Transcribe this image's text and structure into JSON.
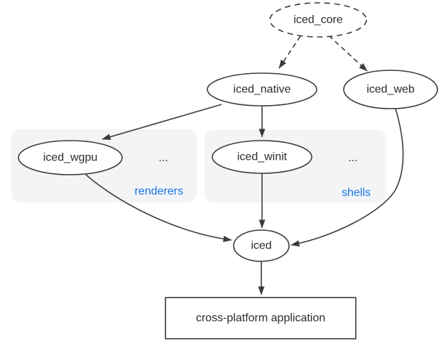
{
  "diagram": {
    "kind": "dependency-graph",
    "nodes": {
      "iced_core": {
        "label": "iced_core",
        "shape": "ellipse",
        "border": "dashed"
      },
      "iced_native": {
        "label": "iced_native",
        "shape": "ellipse",
        "border": "solid"
      },
      "iced_web": {
        "label": "iced_web",
        "shape": "ellipse",
        "border": "solid"
      },
      "iced_wgpu": {
        "label": "iced_wgpu",
        "shape": "ellipse",
        "border": "solid"
      },
      "iced_winit": {
        "label": "iced_winit",
        "shape": "ellipse",
        "border": "solid"
      },
      "iced": {
        "label": "iced",
        "shape": "ellipse",
        "border": "solid"
      },
      "app": {
        "label": "cross-platform application",
        "shape": "rectangle",
        "border": "solid"
      }
    },
    "groups": {
      "renderers": {
        "label": "renderers",
        "ellipsis": "...",
        "contains": [
          "iced_wgpu"
        ]
      },
      "shells": {
        "label": "shells",
        "ellipsis": "...",
        "contains": [
          "iced_winit"
        ]
      }
    },
    "edges": [
      {
        "from": "iced_core",
        "to": "iced_native",
        "style": "dashed"
      },
      {
        "from": "iced_core",
        "to": "iced_web",
        "style": "dashed"
      },
      {
        "from": "iced_native",
        "to": "iced_wgpu",
        "style": "solid"
      },
      {
        "from": "iced_native",
        "to": "iced_winit",
        "style": "solid"
      },
      {
        "from": "iced_winit",
        "to": "iced",
        "style": "solid"
      },
      {
        "from": "iced_wgpu",
        "to": "iced",
        "style": "solid"
      },
      {
        "from": "iced_web",
        "to": "iced",
        "style": "solid"
      },
      {
        "from": "iced",
        "to": "app",
        "style": "solid"
      }
    ],
    "colors": {
      "background": "#ffffff",
      "stroke": "#3a3a3a",
      "text": "#2b2b2b",
      "group_background": "#f3f4f6",
      "group_label_blue": "#1a73e8",
      "node_fill": "#ffffff"
    }
  }
}
